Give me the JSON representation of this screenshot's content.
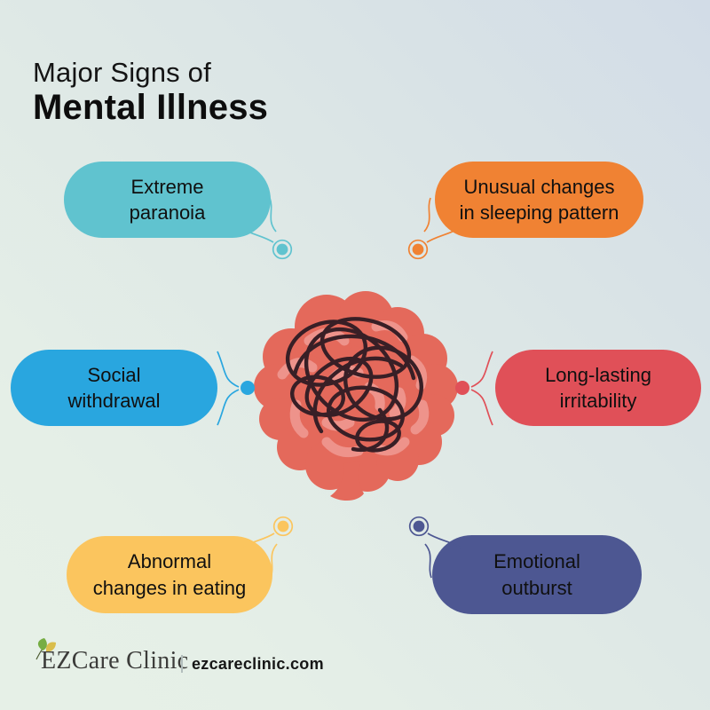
{
  "title": {
    "line1": "Major Signs of",
    "line2": "Mental Illness"
  },
  "bubbles": [
    {
      "id": "extreme-paranoia",
      "line1": "Extreme",
      "line2": "paranoia",
      "color": "#60c3cf"
    },
    {
      "id": "unusual-sleeping-pattern",
      "line1": "Unusual changes",
      "line2": "in sleeping pattern",
      "color": "#f08233"
    },
    {
      "id": "social-withdrawal",
      "line1": "Social",
      "line2": "withdrawal",
      "color": "#29a6df"
    },
    {
      "id": "long-lasting-irritability",
      "line1": "Long-lasting",
      "line2": "irritability",
      "color": "#e05058"
    },
    {
      "id": "abnormal-eating",
      "line1": "Abnormal",
      "line2": "changes in eating",
      "color": "#fbc55e"
    },
    {
      "id": "emotional-outburst",
      "line1": "Emotional",
      "line2": "outburst",
      "color": "#4d5792"
    }
  ],
  "brain": {
    "body_color": "#e4695b",
    "squiggle_color": "#ee938b",
    "scribble_color": "#381f26"
  },
  "background": {
    "gradient_start": "#d2dce7",
    "gradient_end": "#e6f0e7"
  },
  "footer": {
    "brand": "EZCare Clinic",
    "website": "ezcareclinic.com",
    "leaf_green": "#76ad43",
    "leaf_yellow": "#d9bd4b"
  }
}
